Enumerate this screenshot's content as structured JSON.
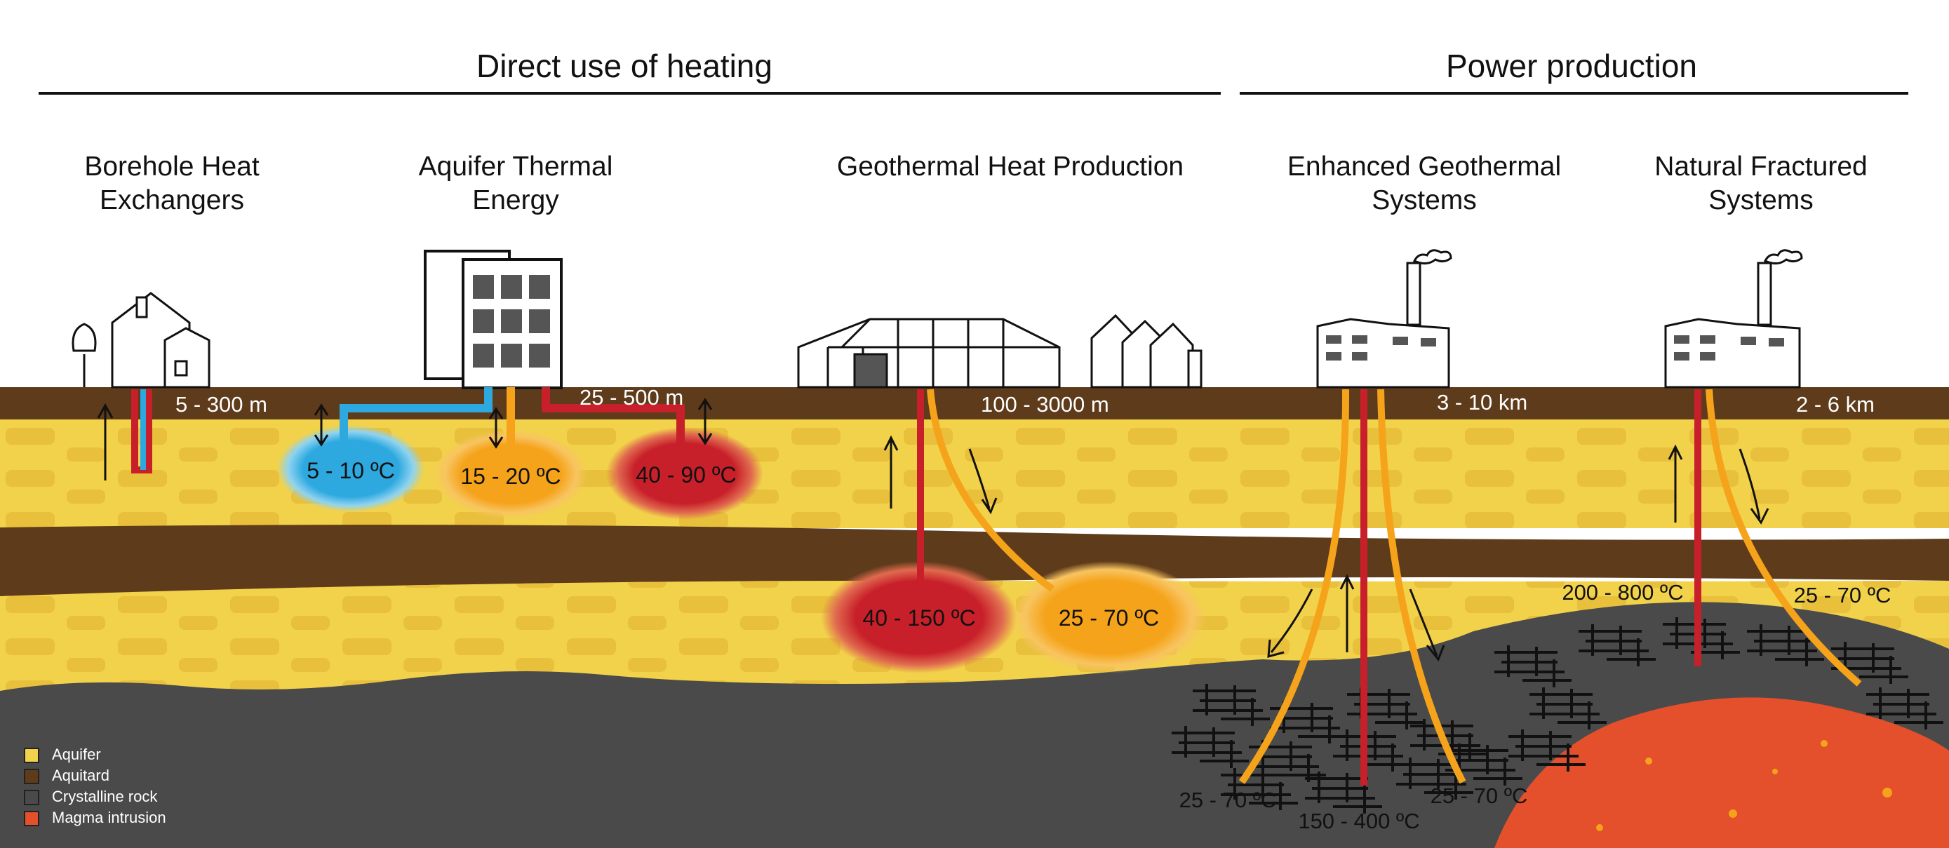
{
  "sections": {
    "direct_use": "Direct use of heating",
    "power": "Power production"
  },
  "systems": {
    "bhe": "Borehole Heat\nExchangers",
    "ates": "Aquifer Thermal\nEnergy",
    "ghp": "Geothermal Heat Production",
    "egs": "Enhanced Geothermal\nSystems",
    "nfs": "Natural Fractured\nSystems"
  },
  "depths": {
    "bhe": "5 - 300 m",
    "ates": "25 - 500 m",
    "ghp": "100 - 3000 m",
    "egs": "3 - 10 km",
    "nfs": "2 - 6 km"
  },
  "temperatures": {
    "cold_well": "5 - 10 ºC",
    "warm_well": "15 - 20 ºC",
    "hot_well": "40 - 90 ºC",
    "ghp_hot": "40 - 150 ºC",
    "ghp_return": "25 - 70 ºC",
    "egs_left": "25 - 70 ºC",
    "egs_center": "150 - 400 ºC",
    "egs_right": "25 - 70 ºC",
    "nfs_hot": "200 - 800 ºC",
    "nfs_return": "25 - 70 ºC"
  },
  "legend": [
    {
      "label": "Aquifer",
      "color": "#f2d24b"
    },
    {
      "label": "Aquitard",
      "color": "#5e3b1a"
    },
    {
      "label": "Crystalline rock",
      "color": "#4a4a4a"
    },
    {
      "label": "Magma intrusion",
      "color": "#e4502b"
    }
  ],
  "colors": {
    "aquifer": "#f2d24b",
    "aquitard": "#5e3b1a",
    "crystalline": "#4a4a4a",
    "magma": "#e4502b",
    "cold": "#2ea9e0",
    "warm": "#f5a31b",
    "hot": "#c8202a"
  }
}
